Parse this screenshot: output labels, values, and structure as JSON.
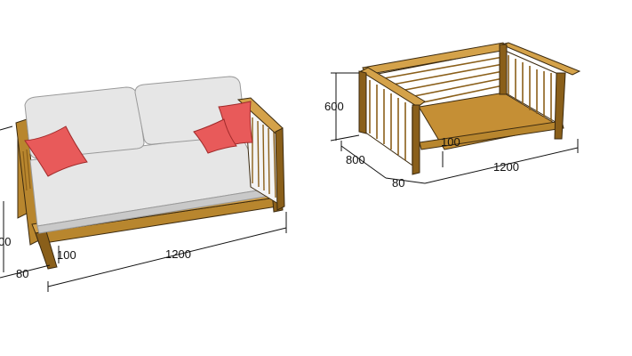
{
  "colors": {
    "wood": "#b8862e",
    "wood_dark": "#8a5f1a",
    "wood_light": "#d4a24a",
    "cushion": "#e6e6e6",
    "cushion_shade": "#c9c9c9",
    "pillow": "#e85a5a",
    "pillow_shade": "#c23c3c",
    "dimension": "#111111"
  },
  "sofa": {
    "dim_length": "1200",
    "dim_leg": "80",
    "dim_clearance": "100",
    "dim_height_partial": "00"
  },
  "frame": {
    "dim_height": "600",
    "dim_depth": "800",
    "dim_length": "1200",
    "dim_leg": "80",
    "dim_clearance": "100"
  }
}
